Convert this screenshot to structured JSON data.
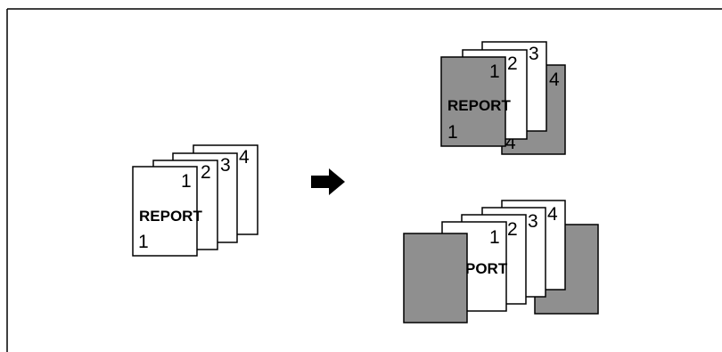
{
  "colors": {
    "page_fill": "#ffffff",
    "cover_fill": "#8f8f8f",
    "stroke": "#000000"
  },
  "text": {
    "report": "REPORT",
    "report_partial": "PORT",
    "n1": "1",
    "n2": "2",
    "n3": "3",
    "n4": "4"
  },
  "icons": {
    "arrow": "right-arrow-icon"
  }
}
